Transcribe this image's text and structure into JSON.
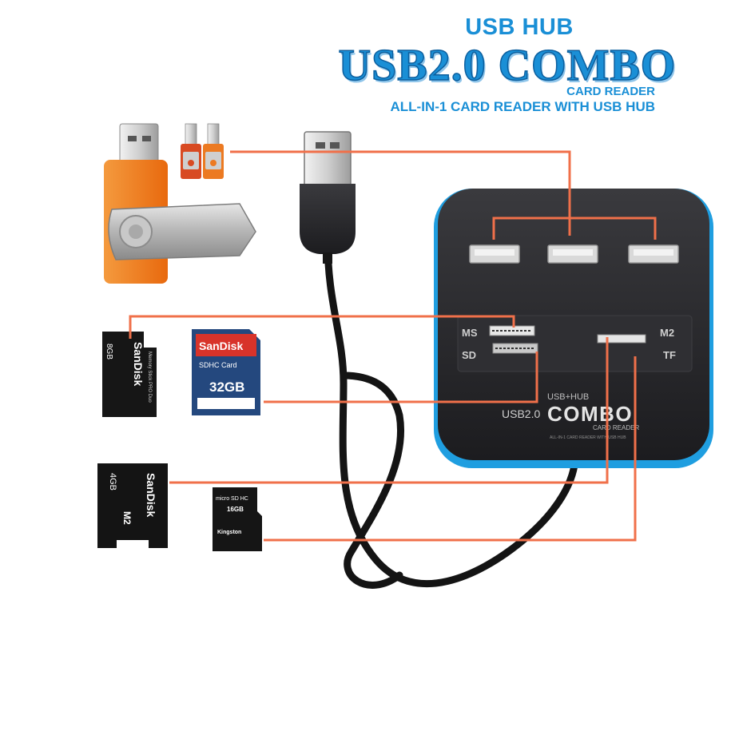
{
  "header": {
    "usb_hub": "USB HUB",
    "combo_title": "USB2.0 COMBO",
    "card_reader": "CARD READER",
    "all_in_one": "ALL-IN-1 CARD READER WITH USB HUB"
  },
  "device": {
    "slot_ms": "MS",
    "slot_sd": "SD",
    "slot_m2": "M2",
    "slot_tf": "TF",
    "usb_hub_small": "USB+HUB",
    "usb20": "USB2.0",
    "combo": "COMBO",
    "card_reader_small": "CARD READER",
    "tagline_small": "ALL-IN-1 CARD READER WITH USB HUB"
  },
  "cards": {
    "ms_pro_duo": {
      "brand": "SanDisk",
      "capacity": "8GB",
      "line": "Memory Stick PRO Duo"
    },
    "sdhc": {
      "brand": "SanDisk",
      "type": "SDHC Card",
      "capacity": "32GB"
    },
    "m2": {
      "brand": "SanDisk",
      "capacity": "4GB",
      "type": "M2"
    },
    "microsd": {
      "brand": "Kingston",
      "capacity": "16GB",
      "type": "micro SD HC"
    }
  },
  "colors": {
    "accent_blue": "#1a8fd6",
    "connector_orange": "#f0704a",
    "device_body": "#2b2b2e",
    "device_rim": "#1f9ee0",
    "flash_orange": "#f07a1a"
  }
}
